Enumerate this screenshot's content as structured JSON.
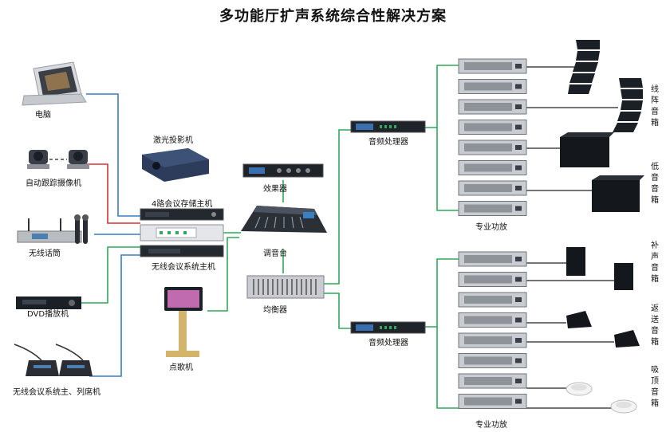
{
  "title": "多功能厅扩声系统综合性解决方案",
  "labels": {
    "computer": "电脑",
    "camera": "自动跟踪摄像机",
    "wireless_mic": "无线话筒",
    "dvd": "DVD播放机",
    "conf_units": "无线会议系统主、列席机",
    "projector": "激光投影机",
    "storage_host": "4路会议存储主机",
    "conf_host": "无线会议系统主机",
    "karaoke": "点歌机",
    "effects": "效果器",
    "mixer": "调音台",
    "equalizer": "均衡器",
    "processor_top": "音频处理器",
    "processor_bottom": "音频处理器",
    "amp_top": "专业功放",
    "amp_bottom": "专业功放",
    "line_array": "线阵音箱",
    "subwoofer": "低音音箱",
    "fill_speaker": "补声音箱",
    "monitor": "返送音箱",
    "ceiling": "吸顶音箱"
  },
  "colors": {
    "line_green": "#2eaa5a",
    "line_blue": "#3a7fc0",
    "line_red": "#d93030",
    "device_dark": "#1b1f26",
    "amp_silver": "#c9ccd1"
  }
}
